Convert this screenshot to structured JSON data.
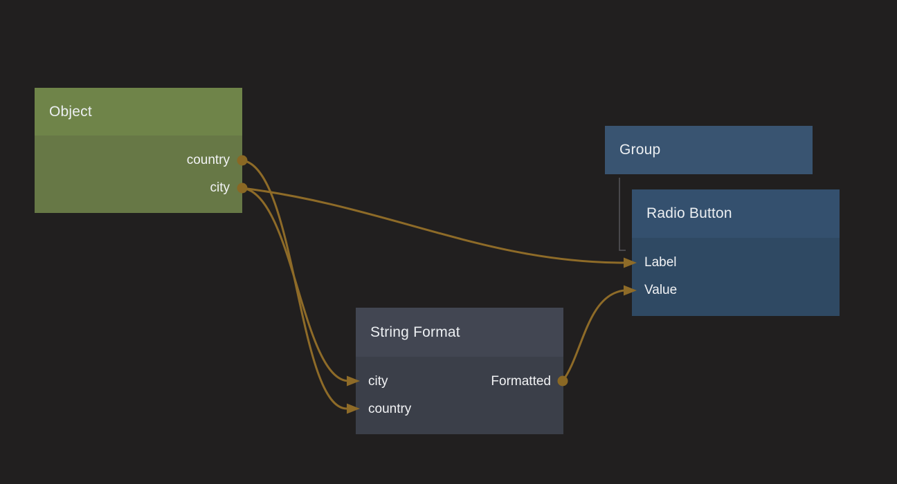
{
  "app": {
    "type": "node-graph-editor"
  },
  "palette": {
    "background": "#211F1F",
    "wire_gold": "#8E6B28",
    "port_gold": "#8A6824",
    "object_header_green": "#6F8449",
    "object_body_green": "#677846",
    "group_header_blue": "#395471",
    "radio_header_blue": "#34506E",
    "radio_body_blue": "#2F4963",
    "string_format_header_slate": "#424652",
    "string_format_body_slate": "#3B3F49",
    "hierarchy_connector_gray": "#57575A",
    "text_light": "#EDEFF2"
  },
  "nodes": [
    {
      "id": "object",
      "title": "Object",
      "inputs": [],
      "outputs": [
        {
          "name": "country"
        },
        {
          "name": "city"
        }
      ]
    },
    {
      "id": "group",
      "title": "Group",
      "inputs": [],
      "outputs": []
    },
    {
      "id": "radio-button",
      "title": "Radio Button",
      "inputs": [
        {
          "name": "Label"
        },
        {
          "name": "Value"
        }
      ],
      "outputs": []
    },
    {
      "id": "string-format",
      "title": "String Format",
      "inputs": [
        {
          "name": "city"
        },
        {
          "name": "country"
        }
      ],
      "outputs": [
        {
          "name": "Formatted"
        }
      ]
    }
  ],
  "edges": [
    {
      "from": "Object.country",
      "to": "String Format.country",
      "type": "data"
    },
    {
      "from": "Object.city",
      "to": "String Format.city",
      "type": "data"
    },
    {
      "from": "Object.city",
      "to": "Radio Button.Label",
      "type": "data"
    },
    {
      "from": "String Format.Formatted",
      "to": "Radio Button.Value",
      "type": "data"
    },
    {
      "from": "Group",
      "to": "Radio Button",
      "type": "hierarchy"
    }
  ]
}
